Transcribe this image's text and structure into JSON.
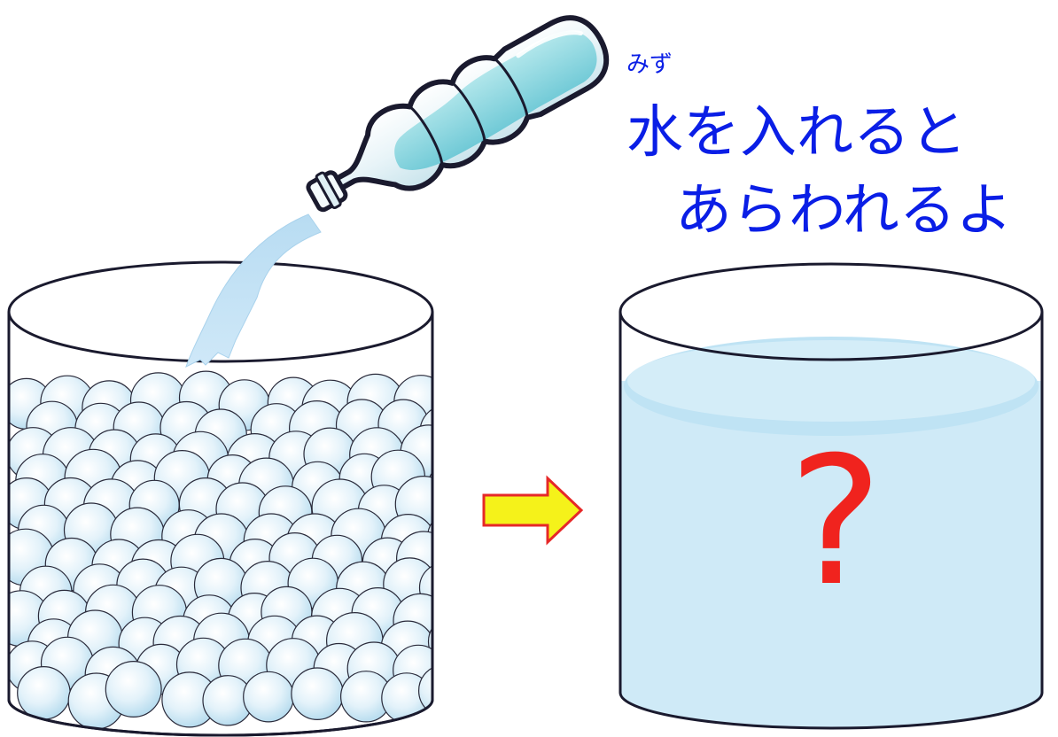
{
  "caption": {
    "ruby": "みず",
    "line1": "水を入れると",
    "line2": "あらわれるよ"
  },
  "result": {
    "mystery_mark": "?"
  },
  "colors": {
    "caption_text": "#0a1ee6",
    "mystery_mark": "#f0231e",
    "arrow_fill": "#f5f21a",
    "arrow_stroke": "#e62828",
    "water": "#cfeaf7",
    "ball": "#d8eef8",
    "outline": "#1a1a2e"
  },
  "icons": [
    "water-bottle-icon",
    "arrow-right-icon"
  ]
}
